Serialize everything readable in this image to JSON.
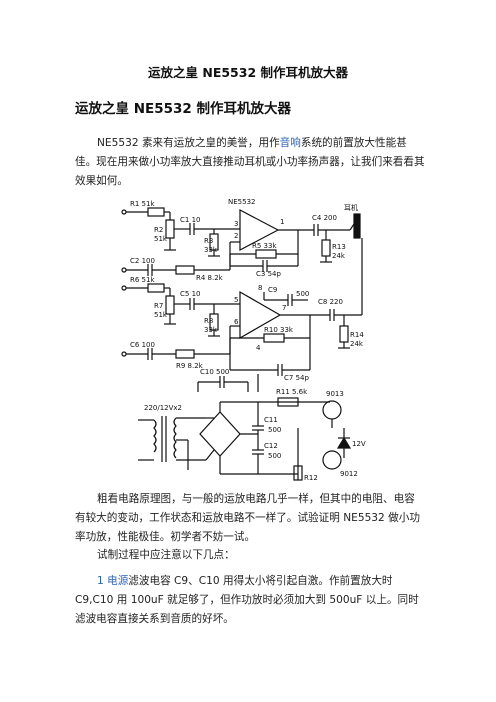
{
  "doc": {
    "title": "运放之皇 NE5532 制作耳机放大器",
    "subtitle": "运放之皇 NE5532 制作耳机放大器",
    "p1": {
      "before": "NE5532 素来有运放之皇的美誉，用作",
      "link": "音响",
      "after": "系统的前置放大性能甚佳。现在用来做小功率放大直接推动耳机或小功率扬声器，让我们来看看其效果如何。"
    },
    "p2": "粗看电路原理图，与一般的运放电路几乎一样，但其中的电阻、电容有较大的变动，工作状态和运放电路不一样了。试验证明 NE5532 做小功率功放，性能极佳。初学者不妨一试。",
    "p3": "试制过程中应注意以下几点：",
    "p4": {
      "num": "1 ",
      "link": "电源",
      "after": "滤波电容 C9、C10 用得太小将引起自激。作前置放大时 C9,C10 用 100uF 就足够了，但作功放时必须加大到 500uF 以上。同时滤波电容直接关系到音质的好坏。"
    }
  },
  "circuit": {
    "labels": {
      "ic": "NE5532",
      "r1": "R1 51k",
      "c1": "C1 10",
      "r2": "R2",
      "r2v": "51k",
      "r3": "R3",
      "r3v": "33k",
      "c2": "C2 100",
      "r4": "R4 8.2k",
      "r5": "R5 33k",
      "c3": "C3 54p",
      "c4": "C4 200",
      "r13": "R13",
      "r13v": "24k",
      "phones": "耳机",
      "r6": "R6 51k",
      "c5": "C5 10",
      "r7": "R7",
      "r7v": "51k",
      "r8": "R8",
      "r8v": "33k",
      "c6": "C6 100",
      "r9": "R9 8.2k",
      "c9": "C9",
      "c9v": "500",
      "c8": "C8 220",
      "r10": "R10 33k",
      "r14": "R14",
      "r14v": "24k",
      "c7": "C7 54p",
      "c10": "C10 500",
      "transformer": "220/12Vx2",
      "r11": "R11 5.6k",
      "q1": "9013",
      "c11": "C11",
      "c11v": "500",
      "c12": "C12",
      "c12v": "500",
      "zener": "12V",
      "r12": "R12",
      "q2": "9012",
      "p1": "1",
      "p2": "2",
      "p3": "3",
      "p4": "4",
      "p5": "5",
      "p6": "6",
      "p7": "7",
      "p8": "8"
    }
  }
}
